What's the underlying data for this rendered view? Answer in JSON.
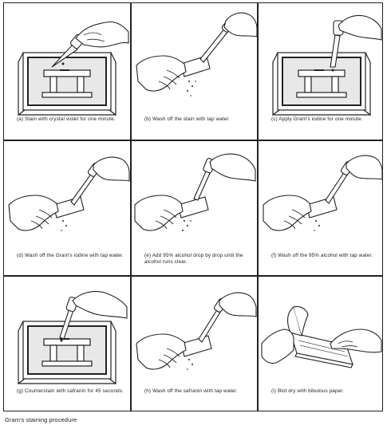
{
  "figure_caption": "Gram's staining procedure",
  "panels": [
    {
      "id": "a",
      "caption": "(a) Stain with crystal violet for one minute.",
      "scene": "tray",
      "dropper": "drop-over-slide"
    },
    {
      "id": "b",
      "caption": "(b) Wash off the stain with tap water.",
      "scene": "hand",
      "dropper": "water-stream"
    },
    {
      "id": "c",
      "caption": "(c) Apply Gram's iodine for one minute.",
      "scene": "tray",
      "dropper": "drop-over-slide"
    },
    {
      "id": "d",
      "caption": "(d) Wash off the Gram's iodine with tap water.",
      "scene": "hand",
      "dropper": "water-stream"
    },
    {
      "id": "e",
      "caption": "(e) Add 95% alcohol drop by drop until the alcohol runs clear.",
      "scene": "hand",
      "dropper": "drops"
    },
    {
      "id": "f",
      "caption": "(f) Wash off the 95% alcohol with tap water.",
      "scene": "hand",
      "dropper": "water-stream"
    },
    {
      "id": "g",
      "caption": "(g) Counterstain with safranin for 45 seconds.",
      "scene": "tray",
      "dropper": "drop-over-slide"
    },
    {
      "id": "h",
      "caption": "(h) Wash off the safranin with tap water.",
      "scene": "hand",
      "dropper": "water-stream"
    },
    {
      "id": "i",
      "caption": "(i) Blot dry with bibulous paper.",
      "scene": "blot",
      "dropper": "none"
    }
  ]
}
